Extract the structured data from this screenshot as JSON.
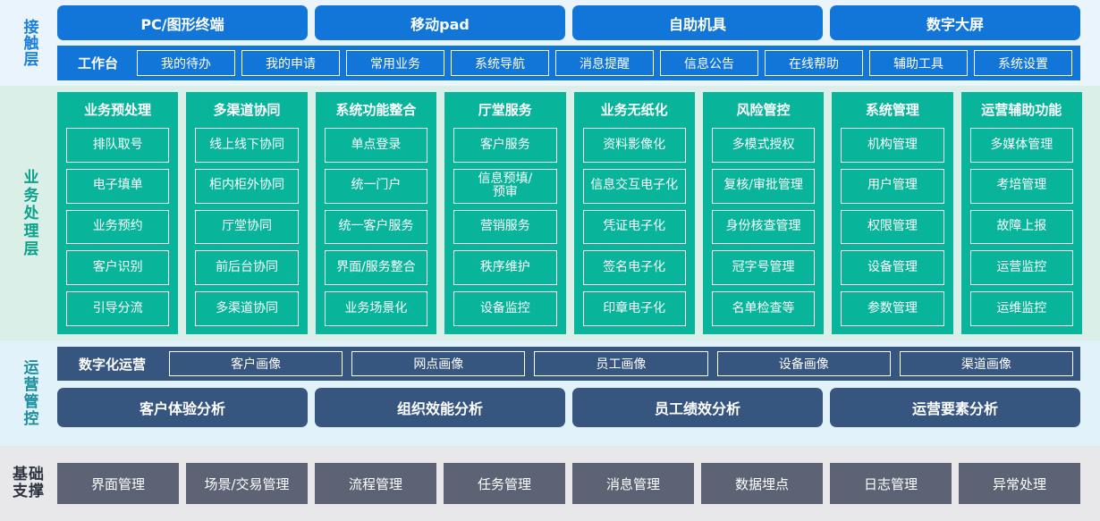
{
  "colors": {
    "touch_bg": "#eaf4fd",
    "touch_blue": "#1275d8",
    "biz_bg": "#d9efe8",
    "biz_teal": "#08b59a",
    "ops_bg": "#e1f2fb",
    "ops_navy": "#36557f",
    "base_bg": "#e8e8ea",
    "base_gray": "#5b6374"
  },
  "touch_layer": {
    "label": "接触层",
    "channels": [
      "PC/图形终端",
      "移动pad",
      "自助机具",
      "数字大屏"
    ],
    "workbench_label": "工作台",
    "items": [
      "我的待办",
      "我的申请",
      "常用业务",
      "系统导航",
      "消息提醒",
      "信息公告",
      "在线帮助",
      "辅助工具",
      "系统设置"
    ]
  },
  "business_layer": {
    "label": "业务处理层",
    "columns": [
      {
        "title": "业务预处理",
        "items": [
          "排队取号",
          "电子填单",
          "业务预约",
          "客户识别",
          "引导分流"
        ]
      },
      {
        "title": "多渠道协同",
        "items": [
          "线上线下协同",
          "柜内柜外协同",
          "厅堂协同",
          "前后台协同",
          "多渠道协同"
        ]
      },
      {
        "title": "系统功能整合",
        "items": [
          "单点登录",
          "统一门户",
          "统一客户服务",
          "界面/服务整合",
          "业务场景化"
        ]
      },
      {
        "title": "厅堂服务",
        "items": [
          "客户服务",
          "信息预填/\n预审",
          "营销服务",
          "秩序维护",
          "设备监控"
        ]
      },
      {
        "title": "业务无纸化",
        "items": [
          "资料影像化",
          "信息交互电子化",
          "凭证电子化",
          "签名电子化",
          "印章电子化"
        ]
      },
      {
        "title": "风险管控",
        "items": [
          "多模式授权",
          "复核/审批管理",
          "身份核查管理",
          "冠字号管理",
          "名单检查等"
        ]
      },
      {
        "title": "系统管理",
        "items": [
          "机构管理",
          "用户管理",
          "权限管理",
          "设备管理",
          "参数管理"
        ]
      },
      {
        "title": "运营辅助功能",
        "items": [
          "多媒体管理",
          "考培管理",
          "故障上报",
          "运营监控",
          "运维监控"
        ]
      }
    ]
  },
  "operations_layer": {
    "label": "运营管控",
    "digital_ops_label": "数字化运营",
    "portraits": [
      "客户画像",
      "网点画像",
      "员工画像",
      "设备画像",
      "渠道画像"
    ],
    "analysis": [
      "客户体验分析",
      "组织效能分析",
      "员工绩效分析",
      "运营要素分析"
    ]
  },
  "foundation_layer": {
    "label_line1": "基础",
    "label_line2": "支撑",
    "items": [
      "界面管理",
      "场景/交易管理",
      "流程管理",
      "任务管理",
      "消息管理",
      "数据埋点",
      "日志管理",
      "异常处理"
    ]
  }
}
